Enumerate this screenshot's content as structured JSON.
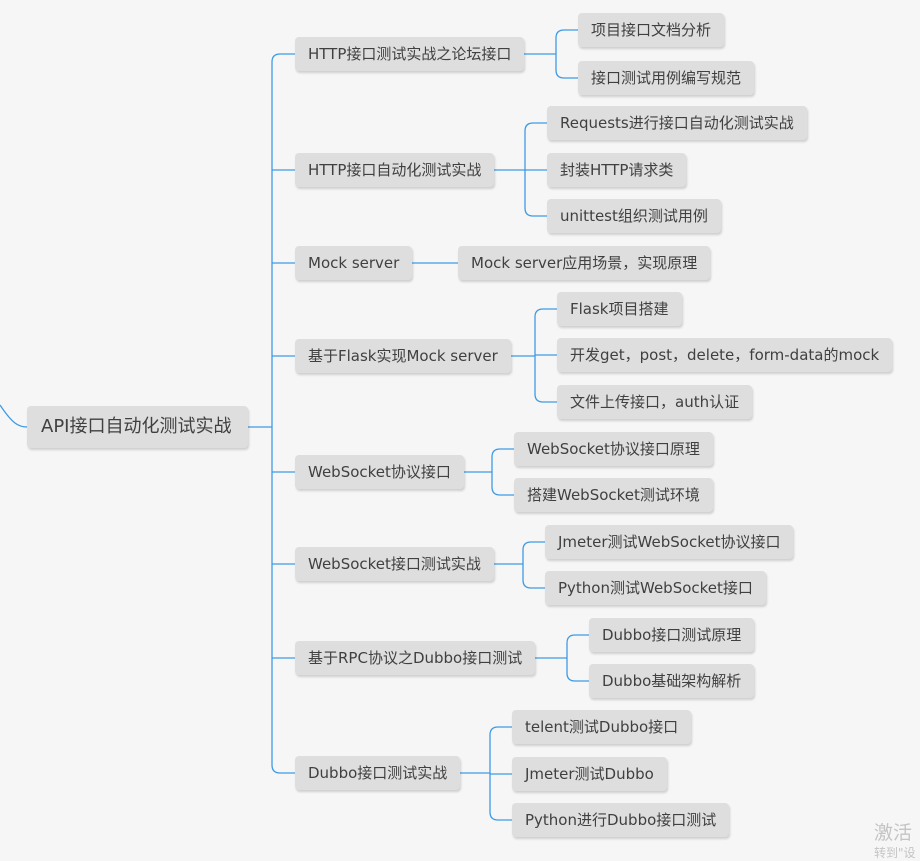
{
  "root": {
    "label": "API接口自动化测试实战"
  },
  "branches": [
    {
      "label": "HTTP接口测试实战之论坛接口",
      "children": [
        "项目接口文档分析",
        "接口测试用例编写规范"
      ]
    },
    {
      "label": "HTTP接口自动化测试实战",
      "children": [
        "Requests进行接口自动化测试实战",
        "封装HTTP请求类",
        "unittest组织测试用例"
      ]
    },
    {
      "label": "Mock server",
      "children": [
        "Mock server应用场景，实现原理"
      ]
    },
    {
      "label": "基于Flask实现Mock server",
      "children": [
        "Flask项目搭建",
        "开发get，post，delete，form-data的mock",
        "文件上传接口，auth认证"
      ]
    },
    {
      "label": "WebSocket协议接口",
      "children": [
        "WebSocket协议接口原理",
        "搭建WebSocket测试环境"
      ]
    },
    {
      "label": "WebSocket接口测试实战",
      "children": [
        "Jmeter测试WebSocket协议接口",
        "Python测试WebSocket接口"
      ]
    },
    {
      "label": "基于RPC协议之Dubbo接口测试",
      "children": [
        "Dubbo接口测试原理",
        "Dubbo基础架构解析"
      ]
    },
    {
      "label": "Dubbo接口测试实战",
      "children": [
        "telent测试Dubbo接口",
        "Jmeter测试Dubbo",
        "Python进行Dubbo接口测试"
      ]
    }
  ],
  "watermark": {
    "line1": "激活",
    "line2": "转到\"设"
  },
  "colors": {
    "connector": "#3d9be6",
    "node_bg": "#dedede",
    "text": "#404040",
    "background": "#f6f6f6"
  }
}
